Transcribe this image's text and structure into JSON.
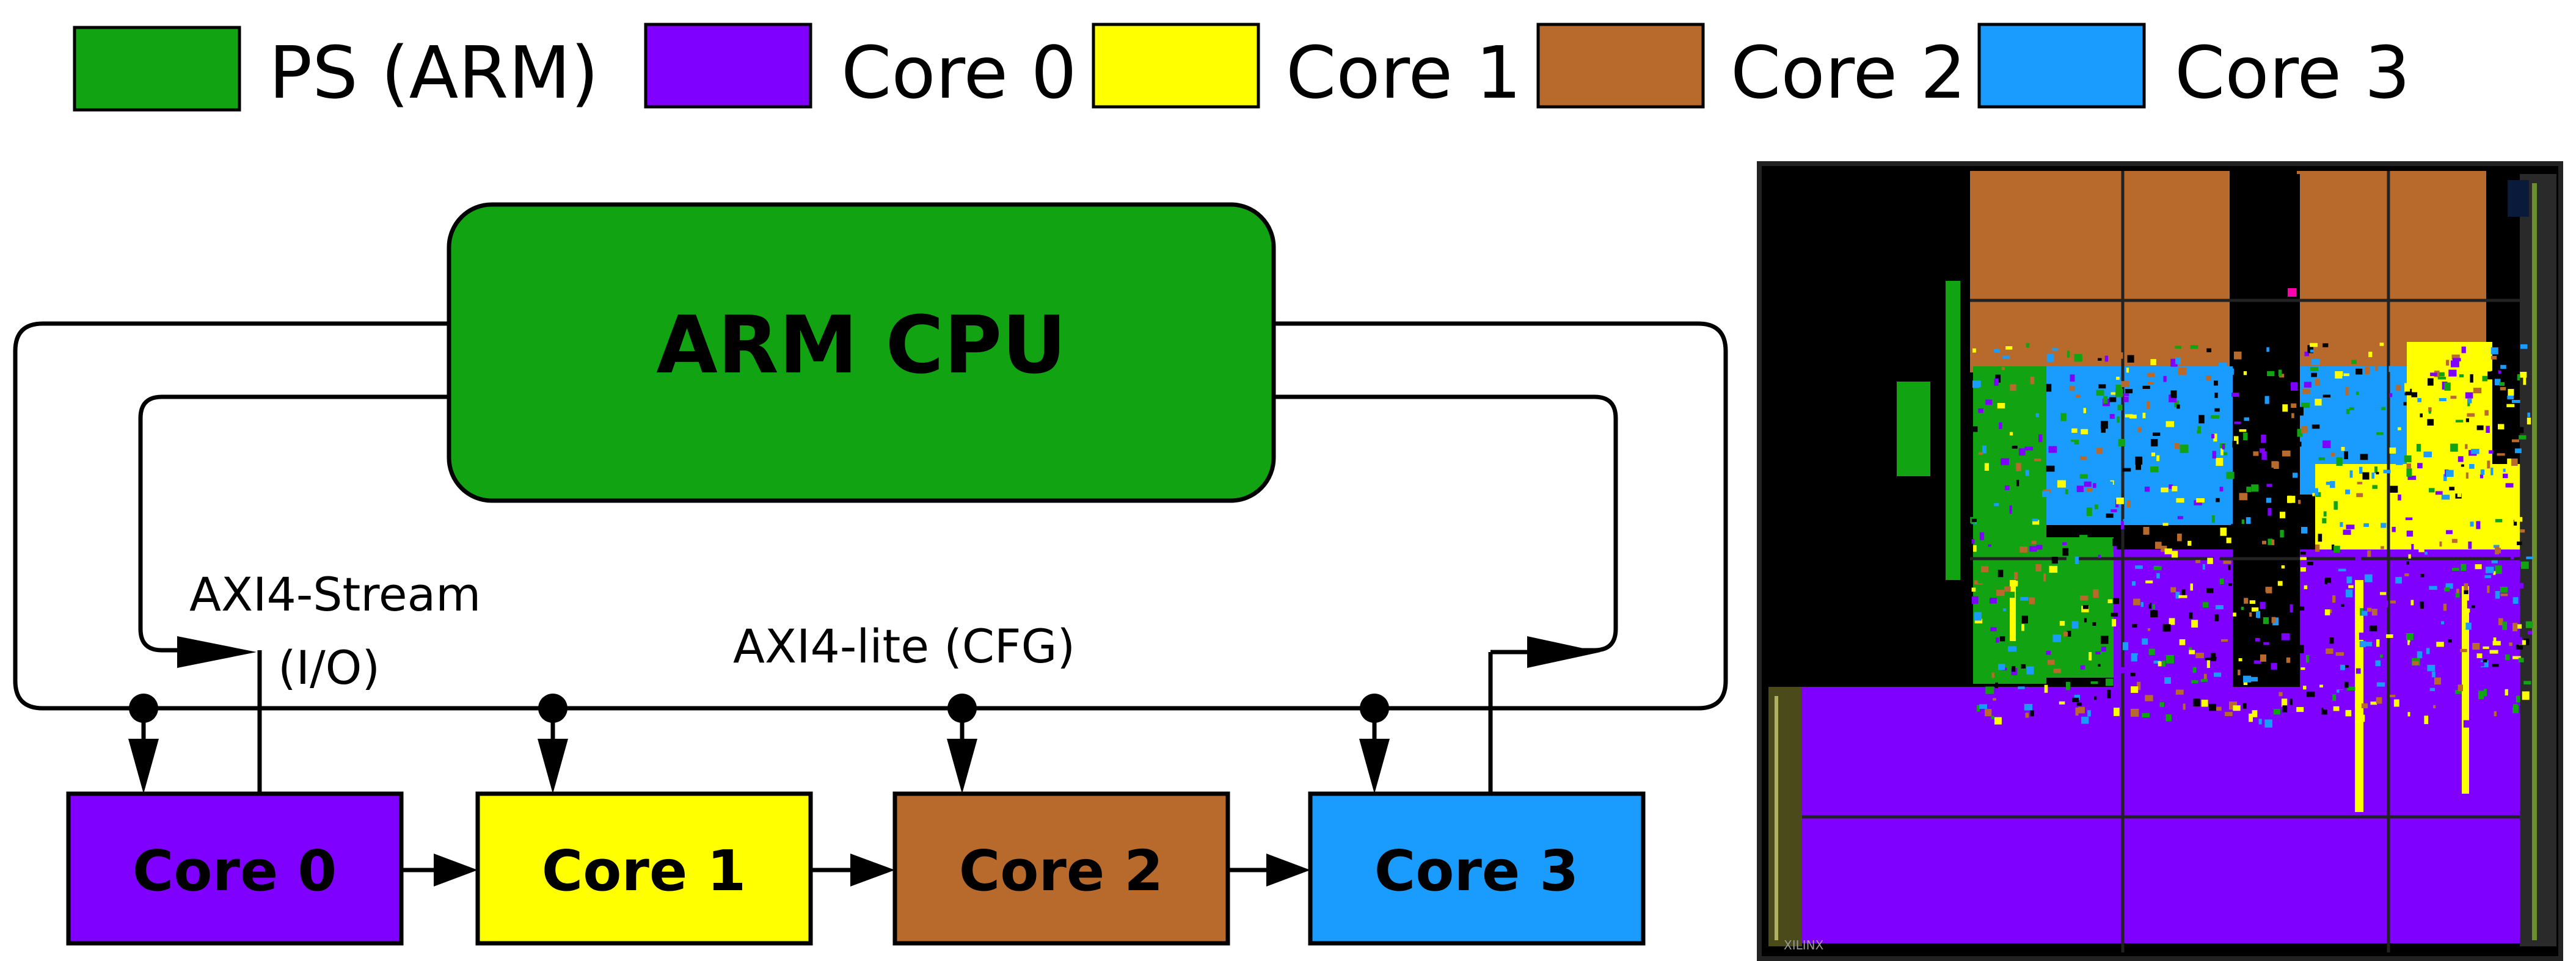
{
  "legend": [
    {
      "label": "PS (ARM)",
      "color": "#12a312"
    },
    {
      "label": "Core 0",
      "color": "#7f00ff"
    },
    {
      "label": "Core 1",
      "color": "#ffff00"
    },
    {
      "label": "Core 2",
      "color": "#b86a2c"
    },
    {
      "label": "Core 3",
      "color": "#1a9cff"
    }
  ],
  "diagram": {
    "cpu_label": "ARM CPU",
    "stream_label_line1": "AXI4-Stream",
    "stream_label_line2": "(I/O)",
    "lite_label": "AXI4-lite (CFG)",
    "cores": [
      {
        "label": "Core 0",
        "color": "#7f00ff"
      },
      {
        "label": "Core 1",
        "color": "#ffff00"
      },
      {
        "label": "Core 2",
        "color": "#b86a2c"
      },
      {
        "label": "Core 3",
        "color": "#1a9cff"
      }
    ]
  },
  "floorplan": {
    "watermark": "XILINX"
  },
  "colors": {
    "ps": "#12a312",
    "core0": "#7f00ff",
    "core1": "#ffff00",
    "core2": "#b86a2c",
    "core3": "#1a9cff",
    "background": "#000000",
    "border": "#000000"
  }
}
